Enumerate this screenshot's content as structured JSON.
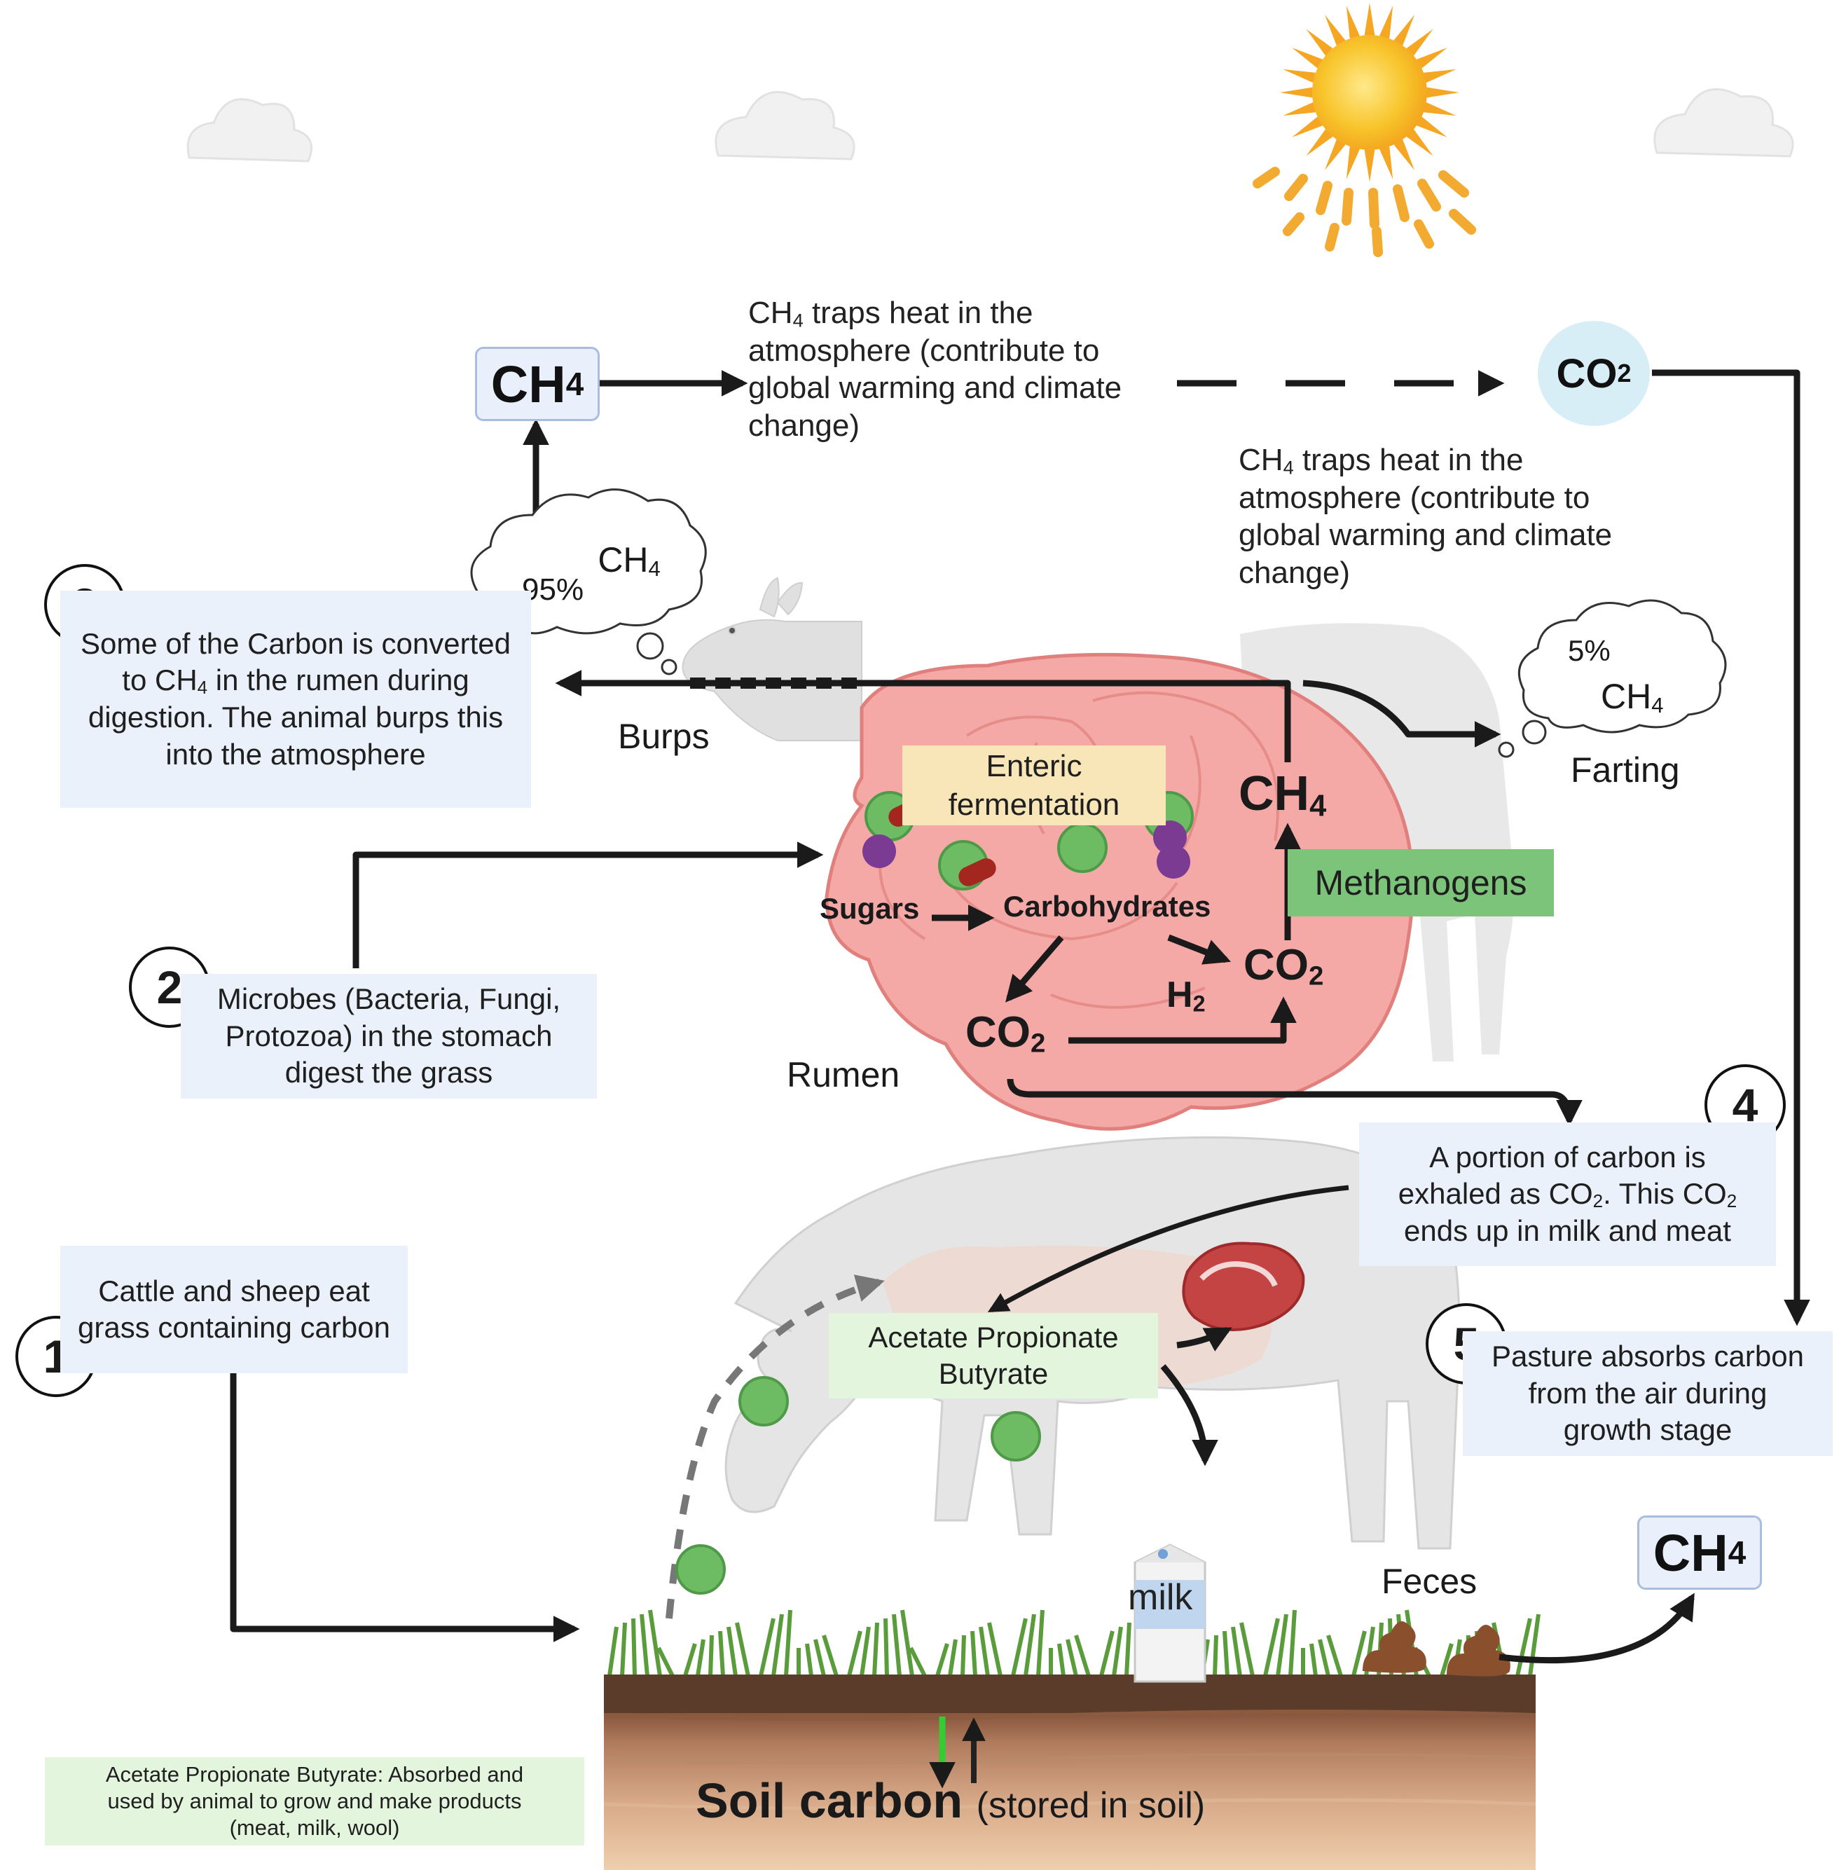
{
  "gas": {
    "ch4": "CH",
    "co2": "CO",
    "h2": "H",
    "sub4": "4",
    "sub2": "2"
  },
  "steps": [
    {
      "number": "1",
      "text": "Cattle and sheep eat grass containing carbon"
    },
    {
      "number": "2",
      "text": "Microbes (Bacteria, Fungi, Protozoa) in the stomach digest the grass"
    },
    {
      "number": "3",
      "text_pre": "Some of the Carbon is converted to CH",
      "text_sub": "4",
      "text_post": " in the rumen during digestion. The animal burps this into the atmosphere"
    },
    {
      "number": "4",
      "text_pre": "A portion of carbon is exhaled as CO",
      "text_sub": "2",
      "text_mid": ". This CO",
      "text_sub2": "2",
      "text_post": " ends up in milk and meat"
    },
    {
      "number": "5",
      "text": "Pasture absorbs carbon from the air during growth stage"
    }
  ],
  "atmosphere_note": {
    "pre": "CH",
    "sub": "4",
    "post": " traps heat in the atmosphere (contribute to global warming and climate change)"
  },
  "clouds": {
    "burp_percent": "95%",
    "fart_percent": "5%"
  },
  "labels": {
    "burps": "Burps",
    "farting": "Farting",
    "rumen": "Rumen",
    "enteric_fermentation": "Enteric fermentation",
    "methanogens": "Methanogens",
    "sugars": "Sugars",
    "carbohydrates": "Carbohydrates",
    "vfa": "Acetate Propionate Butyrate",
    "feces": "Feces",
    "milk": "milk",
    "soil_carbon": "Soil carbon",
    "soil_stored": "(stored in soil)"
  },
  "footnote": "Acetate Propionate Butyrate: Absorbed and used by animal to grow and make products (meat, milk, wool)",
  "colors": {
    "blue_box": "#eaf1fb",
    "green_box": "#e4f5de",
    "methanogens": "#7cc47a",
    "fermentation": "#f8e6b8",
    "rumen": "#f2a3a3",
    "sun": "#f5a623"
  }
}
